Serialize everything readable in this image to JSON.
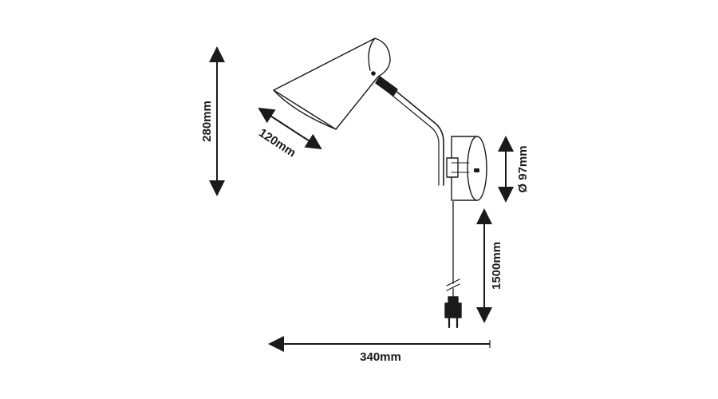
{
  "dimensions": {
    "height_label": "280mm",
    "shade_label": "120mm",
    "base_diameter_label": "Ø 97mm",
    "cable_label": "1500mm",
    "width_label": "340mm"
  },
  "colors": {
    "line": "#1a1a1a",
    "cable": "#6b6b6b",
    "fill": "#ffffff"
  }
}
